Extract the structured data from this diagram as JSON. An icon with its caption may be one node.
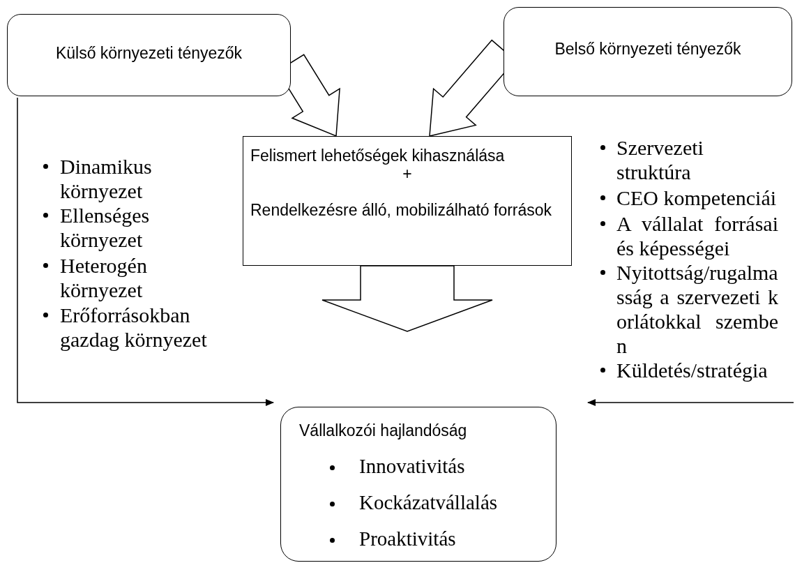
{
  "diagram": {
    "nodes": [
      {
        "text": [
          "Külső környezeti tényezők"
        ]
      },
      {
        "text": [
          "Belső környezeti tényezők"
        ]
      },
      {
        "text": [
          "Felismert lehetőségek kihasználása",
          "+",
          "Rendelkezésre álló, mobilizálható források"
        ]
      },
      {
        "text": [
          "Vállalkozói hajlandóság",
          "Innovativitás",
          "Kockázatvállalás",
          "Proaktivitás"
        ]
      }
    ],
    "edges": [
      {
        "from": 0,
        "to": 2,
        "arrow": "to",
        "style": "thick"
      },
      {
        "from": 1,
        "to": 2,
        "arrow": "to",
        "style": "thick"
      },
      {
        "from": 2,
        "to": null,
        "arrow": "to",
        "style": "thick"
      },
      {
        "from": 0,
        "to": 3,
        "arrow": "to"
      },
      {
        "from": null,
        "to": 3,
        "arrow": "to"
      }
    ],
    "labels": [
      "Dinamikus környezet",
      "Ellenséges környezet",
      "Heterogén környezet",
      "Erőforrásokban gazdag környezet",
      "Szervezeti struktúra",
      "CEO kompetenciái",
      "A vállalat forrásai és képességei",
      "Nyitottság/rugalmasság a szervezeti korlátokkal szemben",
      "Küldetés/stratégia"
    ]
  }
}
